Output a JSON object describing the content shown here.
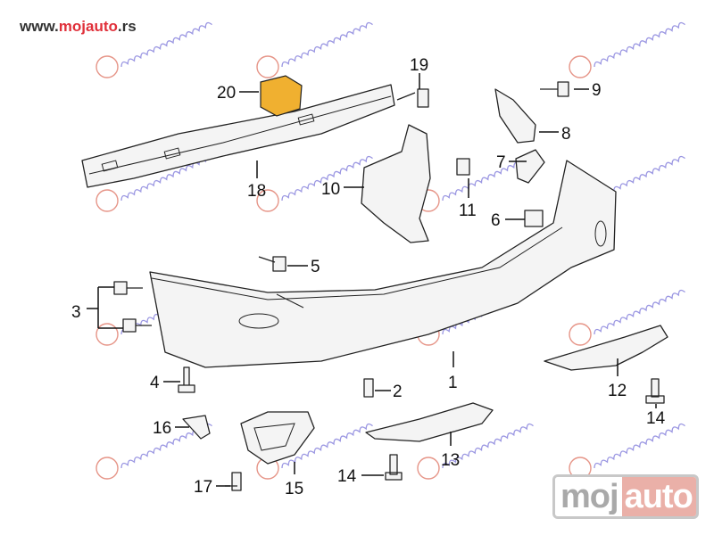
{
  "header": {
    "site_prefix": "www.",
    "site_brand": "mojauto",
    "site_suffix": ".rs"
  },
  "watermark": {
    "text": "georgakopoulos"
  },
  "logo": {
    "left": "moj",
    "right": "auto"
  },
  "callouts": [
    "1",
    "2",
    "3",
    "4",
    "5",
    "6",
    "7",
    "8",
    "9",
    "10",
    "11",
    "12",
    "13",
    "14",
    "14",
    "15",
    "16",
    "17",
    "18",
    "19",
    "20"
  ],
  "colors": {
    "brand_red": "#e0303a",
    "highlight_part": "#f0b030",
    "watermark": "#7a74d8"
  }
}
